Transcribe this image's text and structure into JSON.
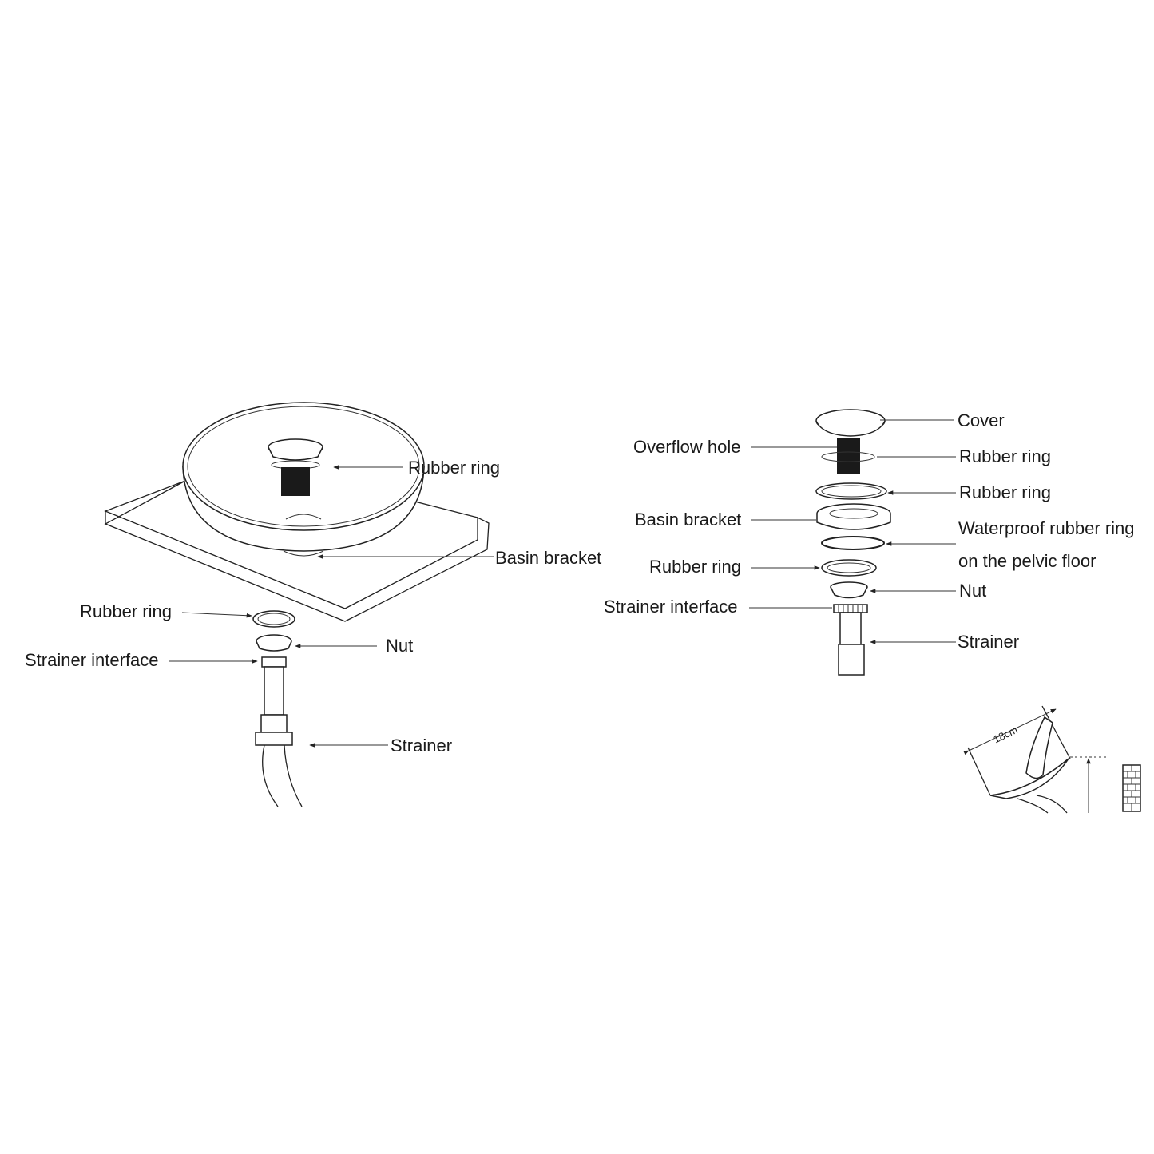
{
  "left_diagram": {
    "labels": {
      "rubber_ring_top": "Rubber ring",
      "basin_bracket": "Basin bracket",
      "rubber_ring_bottom": "Rubber ring",
      "nut": "Nut",
      "strainer_interface": "Strainer interface",
      "strainer": "Strainer"
    }
  },
  "right_diagram": {
    "labels": {
      "cover": "Cover",
      "overflow_hole": "Overflow hole",
      "rubber_ring_1": "Rubber ring",
      "rubber_ring_2": "Rubber ring",
      "basin_bracket": "Basin bracket",
      "waterproof_line1": "Waterproof rubber ring",
      "waterproof_line2": "on the pelvic floor",
      "rubber_ring_3": "Rubber ring",
      "nut": "Nut",
      "strainer_interface": "Strainer interface",
      "strainer": "Strainer"
    }
  },
  "dimension": {
    "label": "18cm"
  },
  "colors": {
    "line": "#222222",
    "dark_stem": "#1a1a1a"
  }
}
